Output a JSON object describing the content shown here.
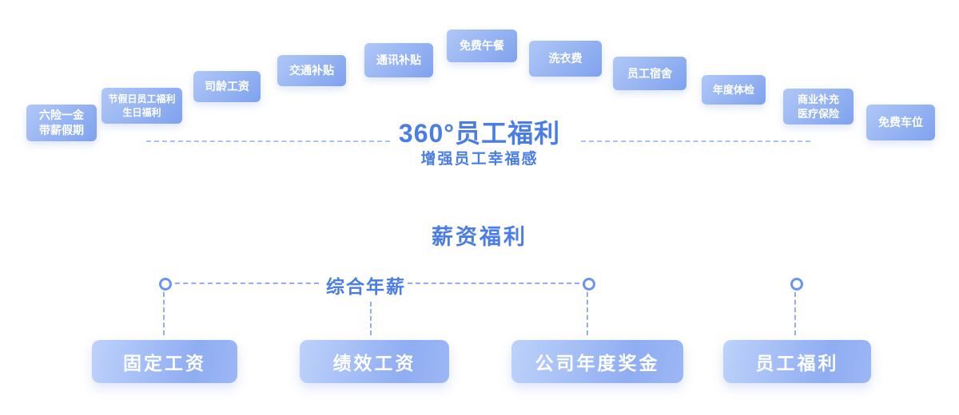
{
  "top": {
    "title": "360°员工福利",
    "subtitle": "增强员工幸福感",
    "badges": [
      "六险一金\n带薪假期",
      "节假日员工福利\n生日福利",
      "司龄工资",
      "交通补贴",
      "通讯补贴",
      "免费午餐",
      "洗衣费",
      "员工宿舍",
      "年度体检",
      "商业补充\n医疗保险",
      "免费车位"
    ]
  },
  "salary": {
    "title": "薪资福利",
    "formula_label": "综合年薪",
    "items": [
      "固定工资",
      "绩效工资",
      "公司年度奖金",
      "员工福利"
    ]
  },
  "colors": {
    "accent_text": "#4b7de6",
    "badge_gradient_start": "#b0c8f7",
    "badge_gradient_end": "#7fa2ee",
    "dash_line": "#8fb0f0"
  }
}
